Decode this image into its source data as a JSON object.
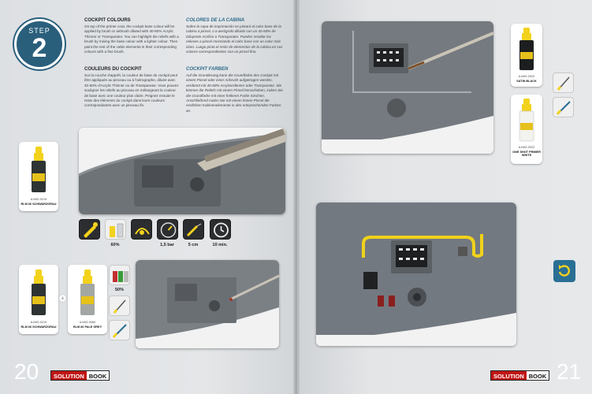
{
  "step": {
    "label": "STEP",
    "number": "2"
  },
  "text": {
    "en": {
      "title": "COCKPIT COLOURS",
      "body": "On top of the primer coat, the cockpit base colour will be applied by brush or airbrush diluted with 40-60% Acrylic Thinner or Transparator. You can highlight the reliefs with a brush by mixing the base colour with a lighter colour. Then paint the rest of the cabin elements in their corresponding colours with a fine brush."
    },
    "fr": {
      "title": "COULEURS DU COCKPIT",
      "body": "Sur la couche d'apprêt, la couleur de base du cockpit peut être appliquée au pinceau ou à l'aérographe, diluée avec 40-60% d'Acrylic Thinner ou de Transparator. Vous pouvez souligner les reliefs au pinceau en mélangeant la couleur de base avec une couleur plus claire. Peignez ensuite le reste des éléments du cockpit dans leurs couleurs correspondantes avec un pinceau fin."
    },
    "es": {
      "title": "COLORES DE LA CABINA",
      "body": "Sobre la capa de imprimación se pintará el color base de la cabina a pincel, o a aerógrafo diluido con un 40-60% de Diluyente Acrílico o Transparator. Puedes resaltar los relieves a pincel mezclando el color base con un color más claro. Luego pinta el resto de elementos de la cabina en sus colores correspondientes con un pincel fino."
    },
    "de": {
      "title": "COCKPIT FARBEN",
      "body": "Auf die Grundierung kann die Grundfarbe des Cockpit mit einem Pinsel oder einer Airbrush aufgetragen werden, verdünnt mit 40-60% Acrylverdünner oder Transparator. Sie können die Reliefs mit einem Pinsel hervorheben, indem Sie die Grundfarbe mit einer helleren Farbe mischen. Anschließend malen Sie mit einem feinen Pinsel die restlichen Kabinenelemente in den entsprechenden Farben an."
    }
  },
  "bottles": [
    {
      "code": "A.MIG-0219",
      "name": "RLM 66 SCHWARZGRAU",
      "cap": "#f3d21c",
      "body": "#2e3333"
    },
    {
      "code": "A.MIG-0219",
      "name": "RLM 66 SCHWARZGRAU",
      "cap": "#f3d21c",
      "body": "#2e3333"
    },
    {
      "code": "A.MIG-0060",
      "name": "RLM 66 PALE GREY",
      "cap": "#f3d21c",
      "body": "#a3a7a3"
    },
    {
      "code": "A.MIG-2022",
      "name": "SATIN BLACK",
      "cap": "#f3d21c",
      "body": "#1c1e1f"
    },
    {
      "code": "A.MIG-2022",
      "name": "ONE SHOT PRIMER WHITE",
      "cap": "#f3d21c",
      "body": "#f2f2ee"
    }
  ],
  "specs": [
    "60%",
    "1,5 bar",
    "5 cm",
    "10 min."
  ],
  "mix_label": "50%",
  "pages": {
    "left": "20",
    "right": "21"
  },
  "logo": {
    "a": "SOLUTION",
    "b": "BOOK"
  },
  "colors": {
    "step": "#2a5f7c",
    "accent": "#2f6b8a",
    "logo_red": "#c01515"
  }
}
